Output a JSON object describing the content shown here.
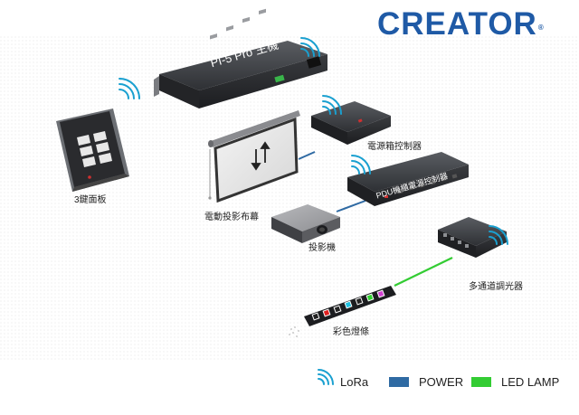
{
  "brand": {
    "logo_text": "CREATOR",
    "registered_mark": "®",
    "color": "#1f5aa6"
  },
  "devices": {
    "host": {
      "label": "PI-5 Pro 主機"
    },
    "panel": {
      "label": "3鍵面板"
    },
    "power_box": {
      "label": "電源箱控制器"
    },
    "screen": {
      "label": "電動投影布幕"
    },
    "pdu": {
      "label": "PDU機櫃電源控制器"
    },
    "projector": {
      "label": "投影機"
    },
    "dimmer": {
      "label": "多通道調光器"
    },
    "led_strip": {
      "label": "彩色燈條"
    }
  },
  "connections": {
    "power_color": "#2f6aa3",
    "led_color": "#33cc33",
    "lora_color": "#1aa0d0"
  },
  "legend": {
    "lora": "LoRa",
    "power": "POWER",
    "led_lamp": "LED LAMP",
    "lora_icon": "wifi-signal-icon",
    "power_swatch": "#2f6aa3",
    "led_swatch": "#33cc33"
  }
}
